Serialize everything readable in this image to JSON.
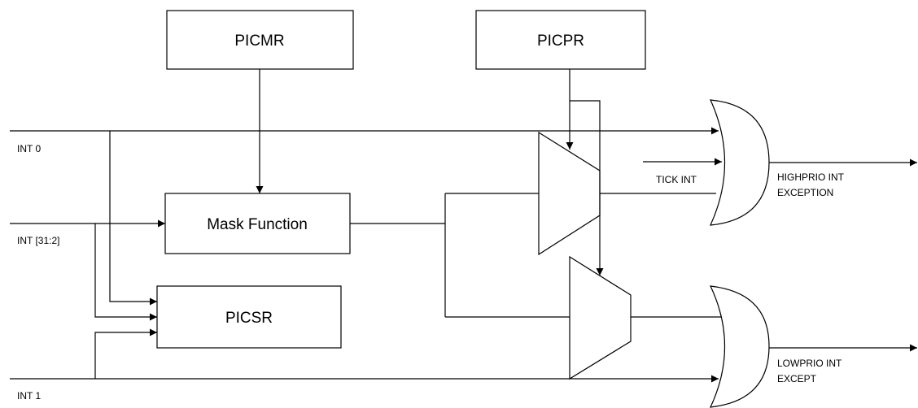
{
  "blocks": {
    "picmr": "PICMR",
    "picpr": "PICPR",
    "mask": "Mask Function",
    "picsr": "PICSR"
  },
  "signals": {
    "int0": "INT 0",
    "int31_2": "INT [31:2]",
    "int1": "INT 1",
    "tick": "TICK INT"
  },
  "outputs": {
    "high_line1": "HIGHPRIO INT",
    "high_line2": "EXCEPTION",
    "low_line1": "LOWPRIO INT",
    "low_line2": "EXCEPT"
  }
}
